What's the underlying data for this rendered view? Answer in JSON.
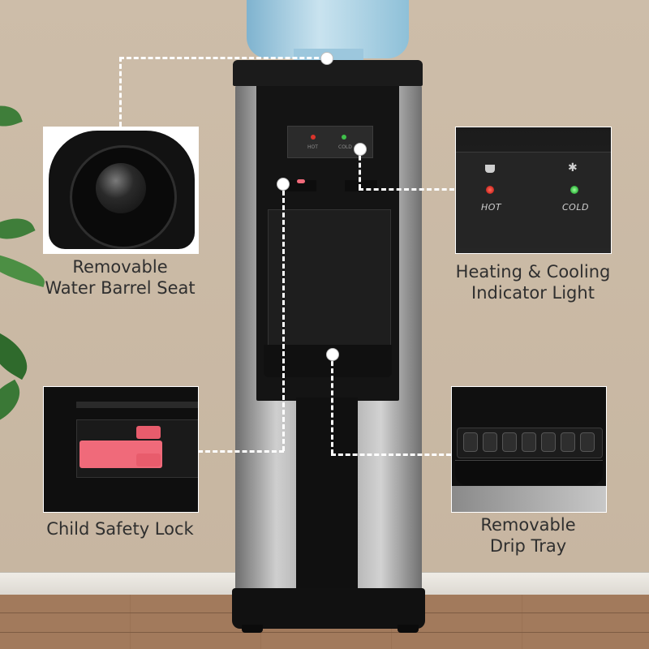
{
  "callouts": {
    "barrel_seat": {
      "line1": "Removable",
      "line2": "Water Barrel Seat"
    },
    "indicator": {
      "line1": "Heating & Cooling",
      "line2": "Indicator Light",
      "hot_label": "HOT",
      "cold_label": "COLD"
    },
    "safety_lock": {
      "line1": "Child Safety Lock"
    },
    "drip_tray": {
      "line1": "Removable",
      "line2": "Drip Tray"
    }
  },
  "panel": {
    "hot_label": "HOT",
    "cold_label": "COLD"
  },
  "colors": {
    "wall": "#c9b8a3",
    "dispenser_black": "#141414",
    "steel": "#b5b5b5",
    "jug_blue": "#a8d0e3",
    "hot_light": "#d9342b",
    "cold_light": "#3fbf4a",
    "safety_lock_pink": "#f06a7a",
    "caption_text": "#2f2f2f",
    "leader_line": "#ffffff"
  },
  "icons": {
    "hot": "steaming-cup-icon",
    "cold": "snowflake-icon"
  }
}
